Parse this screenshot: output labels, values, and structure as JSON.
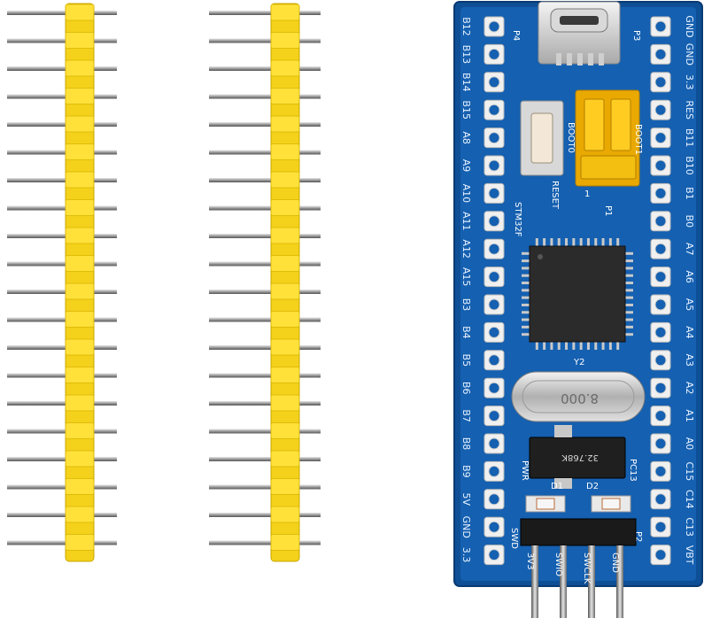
{
  "board": {
    "left_pins": [
      "B12",
      "B13",
      "B14",
      "B15",
      "A8",
      "A9",
      "A10",
      "A11",
      "A12",
      "A15",
      "B3",
      "B4",
      "B5",
      "B6",
      "B7",
      "B8",
      "B9",
      "5V",
      "GND",
      "3.3"
    ],
    "right_pins": [
      "GND",
      "GND",
      "3.3",
      "RES",
      "B11",
      "B10",
      "B1",
      "B0",
      "A7",
      "A6",
      "A5",
      "A4",
      "A3",
      "A2",
      "A1",
      "A0",
      "C15",
      "C14",
      "C13",
      "VBT"
    ],
    "silkscreen": {
      "p4": "P4",
      "p3": "P3",
      "reset": "RESET",
      "boot0": "BOOT0",
      "boot1": "BOOT1",
      "p1": "P1",
      "jumper_one": "1",
      "chip_family": "STM32F",
      "y2": "Y2",
      "crystal": "8.000",
      "crystal2": "32.768K",
      "pwr": "PWR",
      "d1": "D1",
      "d2": "D2",
      "pc13": "PC13",
      "p2": "P2",
      "swd": "SWD",
      "swd_pins": [
        "3V3",
        "SWIO",
        "SWCLK",
        "GND"
      ]
    }
  }
}
